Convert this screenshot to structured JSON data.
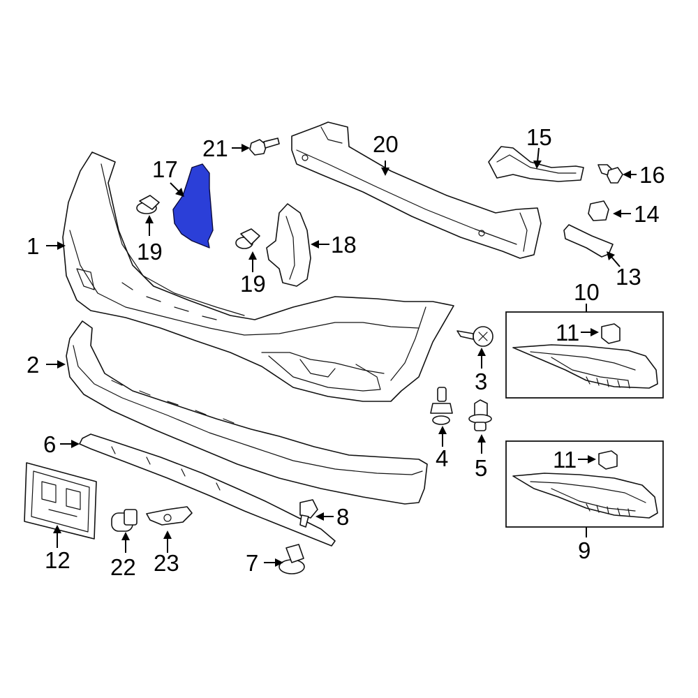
{
  "diagram": {
    "highlight_color": "#2b3fd8",
    "callouts": [
      {
        "id": "c1",
        "label": "1"
      },
      {
        "id": "c2",
        "label": "2"
      },
      {
        "id": "c3",
        "label": "3"
      },
      {
        "id": "c4",
        "label": "4"
      },
      {
        "id": "c5",
        "label": "5"
      },
      {
        "id": "c6",
        "label": "6"
      },
      {
        "id": "c7",
        "label": "7"
      },
      {
        "id": "c8",
        "label": "8"
      },
      {
        "id": "c9",
        "label": "9"
      },
      {
        "id": "c10",
        "label": "10"
      },
      {
        "id": "c11a",
        "label": "11"
      },
      {
        "id": "c11b",
        "label": "11"
      },
      {
        "id": "c12",
        "label": "12"
      },
      {
        "id": "c13",
        "label": "13"
      },
      {
        "id": "c14",
        "label": "14"
      },
      {
        "id": "c15",
        "label": "15"
      },
      {
        "id": "c16",
        "label": "16"
      },
      {
        "id": "c17",
        "label": "17"
      },
      {
        "id": "c18",
        "label": "18"
      },
      {
        "id": "c19a",
        "label": "19"
      },
      {
        "id": "c19b",
        "label": "19"
      },
      {
        "id": "c20",
        "label": "20"
      },
      {
        "id": "c21",
        "label": "21"
      },
      {
        "id": "c22",
        "label": "22"
      },
      {
        "id": "c23",
        "label": "23"
      }
    ]
  }
}
